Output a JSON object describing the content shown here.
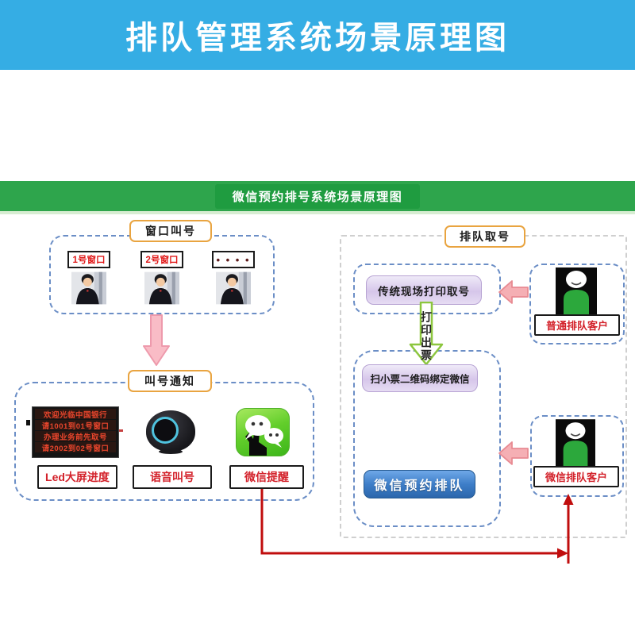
{
  "banner": {
    "title": "排队管理系统场景原理图"
  },
  "subheader": {
    "title": "微信预约排号系统场景原理图"
  },
  "window_section": {
    "label": "窗口叫号",
    "windows": [
      "1号窗口",
      "2号窗口",
      "• • • •"
    ]
  },
  "notify_section": {
    "label": "叫号通知",
    "led": {
      "lines": [
        "欢迎光临中国银行",
        "请1001到01号窗口",
        "办理业务前先取号",
        "请2002到02号窗口"
      ],
      "caption": "Led大屏进度"
    },
    "speaker": {
      "caption": "语音叫号"
    },
    "wechat": {
      "caption": "微信提醒"
    }
  },
  "queue_section": {
    "label": "排队取号",
    "print_box": "传统现场打印取号",
    "print_arrow": "打印出票",
    "scan_box": "扫小票二维码绑定微信",
    "reserve_button": "微信预约排队",
    "normal_customer": "普通排队客户",
    "wechat_customer": "微信排队客户"
  },
  "colors": {
    "banner_blue": "#35ADE4",
    "header_green": "#2EA54C",
    "header_green_dark": "#1F9C40",
    "orange_border": "#E9A440",
    "blue_dash": "#6B8EC6",
    "red_text": "#D3212A",
    "red_arrow": "#C00D0D",
    "pink_arrow": "#F5AFB4",
    "lavender_box": "#D6C6EA",
    "button_blue": "#3E7EC8",
    "wechat_green": "#62CE2B"
  }
}
